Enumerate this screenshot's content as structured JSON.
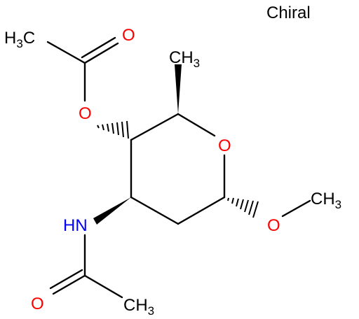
{
  "label": "Chiral",
  "atoms": {
    "ch3_top_left": {
      "text": "H",
      "sub": "3",
      "tail": "C"
    },
    "o_carbonyl_top": {
      "text": "O"
    },
    "o_ester": {
      "text": "O"
    },
    "ch3_top": {
      "text": "CH",
      "sub": "3"
    },
    "o_ring": {
      "text": "O"
    },
    "nh": {
      "text": "HN"
    },
    "o_methoxy": {
      "text": "O"
    },
    "ch3_methoxy": {
      "text": "CH",
      "sub": "3"
    },
    "o_carbonyl_bottom": {
      "text": "O"
    },
    "ch3_bottom": {
      "text": "CH",
      "sub": "3"
    }
  },
  "colors": {
    "bond": "#000000",
    "oxygen": "#ff0000",
    "nitrogen": "#0000ff",
    "carbon": "#000000"
  }
}
